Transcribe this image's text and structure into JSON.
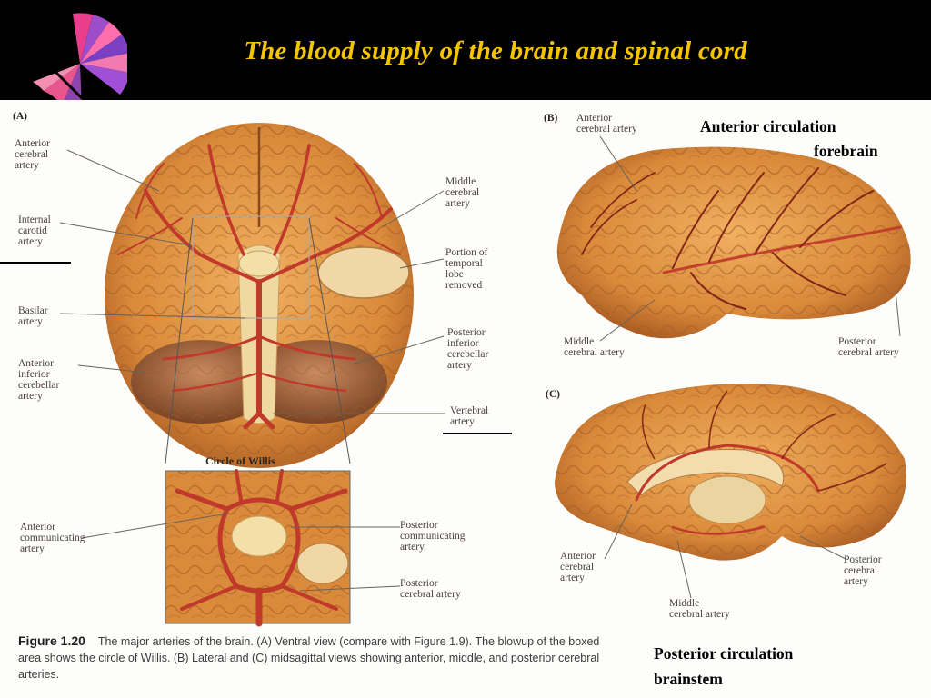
{
  "slide": {
    "title": "The blood supply of the brain and spinal cord"
  },
  "colors": {
    "title": "#f5c400",
    "background": "#000000",
    "brain": "#d98a3a",
    "artery": "#c0392b"
  },
  "panel_a": {
    "letter": "(A)",
    "labels": {
      "anterior_cerebral": "Anterior\ncerebral\nartery",
      "internal_carotid": "Internal\ncarotid\nartery",
      "basilar": "Basilar\nartery",
      "anterior_inferior_cerebellar": "Anterior\ninferior\ncerebellar\nartery",
      "middle_cerebral": "Middle\ncerebral\nartery",
      "temporal_lobe": "Portion of\ntemporal\nlobe\nremoved",
      "posterior_inferior_cerebellar": "Posterior\ninferior\ncerebellar\nartery",
      "vertebral": "Vertebral\nartery"
    },
    "inset_title": "Circle of Willis",
    "inset_labels": {
      "anterior_communicating": "Anterior\ncommunicating\nartery",
      "posterior_communicating": "Posterior\ncommunicating\nartery",
      "posterior_cerebral": "Posterior\ncerebral artery"
    }
  },
  "panel_b": {
    "letter": "(B)",
    "labels": {
      "anterior_cerebral": "Anterior\ncerebral artery",
      "middle_cerebral": "Middle\ncerebral artery",
      "posterior_cerebral": "Posterior\ncerebral artery"
    }
  },
  "panel_c": {
    "letter": "(C)",
    "labels": {
      "anterior_cerebral": "Anterior\ncerebral\nartery",
      "middle_cerebral": "Middle\ncerebral artery",
      "posterior_cerebral": "Posterior\ncerebral\nartery"
    }
  },
  "caption": {
    "figure": "Figure 1.20",
    "text": "The major arteries of the brain. (A) Ventral view (compare with Figure 1.9). The blowup of the boxed area shows the circle of Willis. (B) Lateral and (C) midsagittal views showing anterior, middle, and posterior cerebral arteries."
  },
  "notes": {
    "anterior_line1": "Anterior circulation",
    "anterior_line2": "forebrain",
    "posterior_line1": "Posterior circulation",
    "posterior_line2": "brainstem"
  }
}
